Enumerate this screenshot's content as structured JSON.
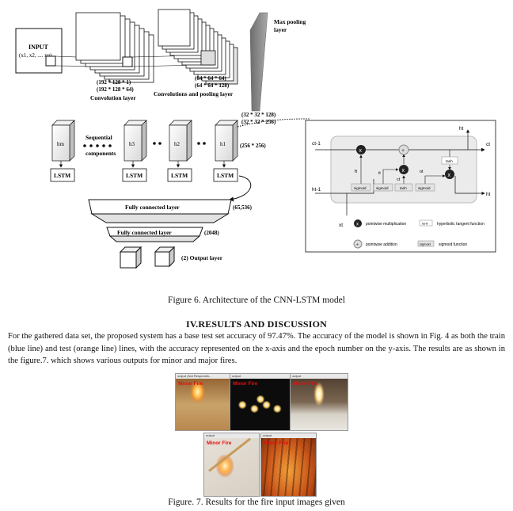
{
  "figure6": {
    "input_title": "INPUT",
    "input_vars": "(x1, x2, .... xn)",
    "conv_dim1": "(192 * 128 * 1)",
    "conv_dim2": "(192 * 128 * 64)",
    "conv_label": "Convolution layer",
    "pool_dim1": "(64 * 64 * 64)",
    "pool_dim2": "(64 * 64 * 128)",
    "pool_label": "Convolutions and pooling layer",
    "maxpool_label1": "Max pooling",
    "maxpool_label2": "layer",
    "maxpool_dim1": "(32 * 32 * 128)",
    "maxpool_dim2": "(32 * 32 * 256)",
    "seq_label1": "Sequential",
    "seq_label2": "components",
    "seq_dim": "(256 * 256)",
    "hidden_labels": [
      "hm",
      "h3",
      "h2",
      "h1"
    ],
    "lstm_label": "LSTM",
    "fc1_label": "Fully connected layer",
    "fc1_dim": "(65,536)",
    "fc2_label": "Fully connected layer",
    "fc2_dim": "(2048)",
    "output_label": "(2) Output layer",
    "lstm_cell": {
      "c_prev": "ct-1",
      "c_next": "ct",
      "h_top": "ht",
      "h_prev": "ht-1",
      "h_next": "ht",
      "x_in": "xt",
      "f": "ft",
      "i": "it",
      "c_tilde": "ct",
      "o": "ot",
      "sigmoid": "sigmoid",
      "tanh": "tanh",
      "legend_mult": "pointwise multiplication",
      "legend_add": "pointwise addition",
      "legend_tanh": "hyperbolic tangent function",
      "legend_sigmoid": "sigmoid function"
    },
    "caption": "Figure 6. Architecture of the CNN-LSTM model"
  },
  "section": {
    "heading": "IV.RESULTS AND DISCUSSION",
    "paragraph": "For the gathered data set, the proposed system has a base test set accuracy of 97.47%. The accuracy of the model is shown in Fig. 4 as both the train (blue line) and test (orange line) lines, with the accuracy represented on the x-axis and the epoch number on the y-axis. The results are as shown in the figure.7. which shows various outputs for minor and major fires."
  },
  "figure7": {
    "window_titles": [
      "output (Not Respondin...",
      "output",
      "output",
      "output",
      "output"
    ],
    "fire_labels": [
      "Minor Fire",
      "Minor Fire",
      "Minor Fire",
      "Minor Fire",
      "Minor Fire"
    ],
    "caption": "Figure. 7. Results for the fire input images given"
  }
}
